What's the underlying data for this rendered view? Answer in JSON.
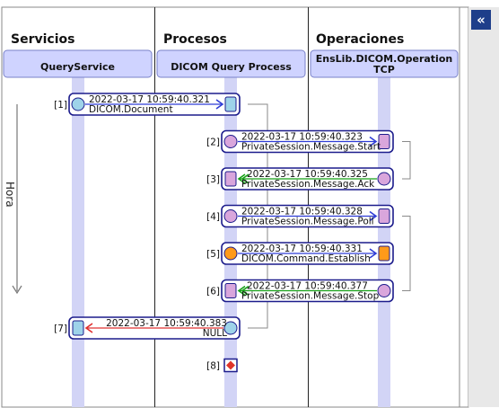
{
  "columns": [
    {
      "title": "Servicios",
      "header": [
        "QueryService"
      ]
    },
    {
      "title": "Procesos",
      "header": [
        "DICOM Query Process"
      ]
    },
    {
      "title": "Operaciones",
      "header": [
        "EnsLib.DICOM.Operation",
        "TCP"
      ]
    }
  ],
  "axis_label": "Hora",
  "collapse_button": "«",
  "messages": [
    {
      "num": "[1]",
      "time": "2022-03-17 10:59:40.321",
      "name": "DICOM.Document",
      "from": 0,
      "to": 1,
      "arrow": "blue",
      "kind": "req"
    },
    {
      "num": "[2]",
      "time": "2022-03-17 10:59:40.323",
      "name": "PrivateSession.Message.Start",
      "from": 1,
      "to": 2,
      "arrow": "blue",
      "kind": "req"
    },
    {
      "num": "[3]",
      "time": "2022-03-17 10:59:40.325",
      "name": "PrivateSession.Message.Ack",
      "from": 2,
      "to": 1,
      "arrow": "green",
      "kind": "resp"
    },
    {
      "num": "[4]",
      "time": "2022-03-17 10:59:40.328",
      "name": "PrivateSession.Message.Poll",
      "from": 1,
      "to": 2,
      "arrow": "blue",
      "kind": "req"
    },
    {
      "num": "[5]",
      "time": "2022-03-17 10:59:40.331",
      "name": "DICOM.Command.Establish",
      "from": 1,
      "to": 2,
      "arrow": "blue",
      "kind": "orange"
    },
    {
      "num": "[6]",
      "time": "2022-03-17 10:59:40.377",
      "name": "PrivateSession.Message.Stop",
      "from": 2,
      "to": 1,
      "arrow": "green",
      "kind": "resp"
    },
    {
      "num": "[7]",
      "time": "2022-03-17 10:59:40.383",
      "name": "NULL",
      "from": 1,
      "to": 0,
      "arrow": "red",
      "kind": "null"
    },
    {
      "num": "[8]",
      "time": "",
      "name": "",
      "from": 1,
      "to": 1,
      "arrow": "none",
      "kind": "end"
    }
  ],
  "colors": {
    "lane": "#d2d4f6",
    "header_bg": "#cfd3ff",
    "box_border": "#1c1c8c",
    "blue_arrow": "#2e3cd6",
    "green_arrow": "#16a016",
    "red_arrow": "#e03030",
    "lavender": "#d9a6dc",
    "light_blue": "#9ed3e9",
    "orange": "#ff9a1a",
    "connector": "#8a8a8a"
  }
}
